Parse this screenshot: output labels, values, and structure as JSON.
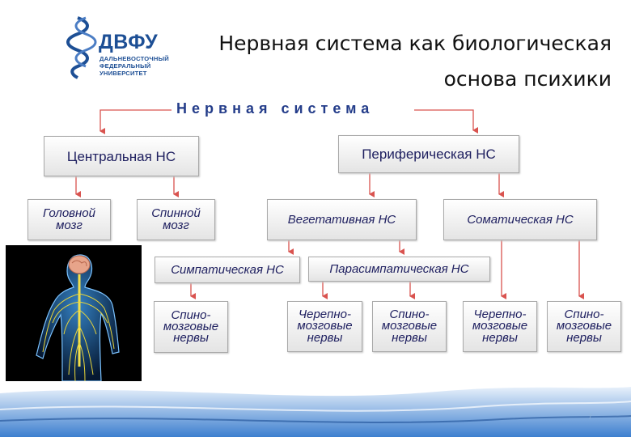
{
  "logo": {
    "name": "ДВФУ",
    "line1": "ДАЛЬНЕВОСТОЧНЫЙ",
    "line2": "ФЕДЕРАЛЬНЫЙ",
    "line3": "УНИВЕРСИТЕТ"
  },
  "title": {
    "line1": "Нервная система как биологическая",
    "line2": "основа психики"
  },
  "diagram": {
    "heading": "Нервная система",
    "central": "Центральная НС",
    "peripheral": "Периферическая НС",
    "brain": "Головной\nмозг",
    "spinal_cord": "Спинной\nмозг",
    "vegetative": "Вегетативная НС",
    "somatic": "Соматическая НС",
    "sympathetic": "Симпатическая НС",
    "parasympathetic": "Парасимпатическая НС",
    "leaf1": "Спино-\nмозговые\nнервы",
    "leaf2": "Черепно-\nмозговые\nнервы",
    "leaf3": "Спино-\nмозговые\nнервы",
    "leaf4": "Черепно-\nмозговые\nнервы",
    "leaf5": "Спино-\nмозговые\nнервы"
  },
  "colors": {
    "arrow": "#d9534f",
    "heading": "#243d8a",
    "box_text": "#1f2060",
    "logo": "#1d4f95"
  },
  "page_number": "7"
}
